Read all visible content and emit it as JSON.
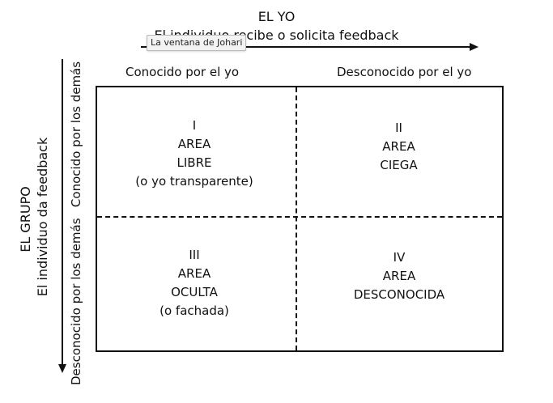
{
  "top": {
    "title": "EL YO",
    "subtitle": "El individuo recibe o solicita feedback"
  },
  "tooltip": "La ventana de Johari",
  "columns": {
    "left": "Conocido por el yo",
    "right": "Desconocido por el yo"
  },
  "left_axis": {
    "title": "EL GRUPO",
    "subtitle": "El individuo da feedback"
  },
  "rows": {
    "top": "Conocido por los demás",
    "bottom": "Desconocido por los demás"
  },
  "quadrants": [
    {
      "numeral": "I",
      "line1": "AREA",
      "line2": "LIBRE",
      "line3": "(o yo transparente)"
    },
    {
      "numeral": "II",
      "line1": "AREA",
      "line2": "CIEGA"
    },
    {
      "numeral": "III",
      "line1": "AREA",
      "line2": "OCULTA",
      "line3": "(o fachada)"
    },
    {
      "numeral": "IV",
      "line1": "AREA",
      "line2": "DESCONOCIDA"
    }
  ],
  "colors": {
    "ink": "#111111",
    "tooltip_bg": "#f3f3f3"
  }
}
